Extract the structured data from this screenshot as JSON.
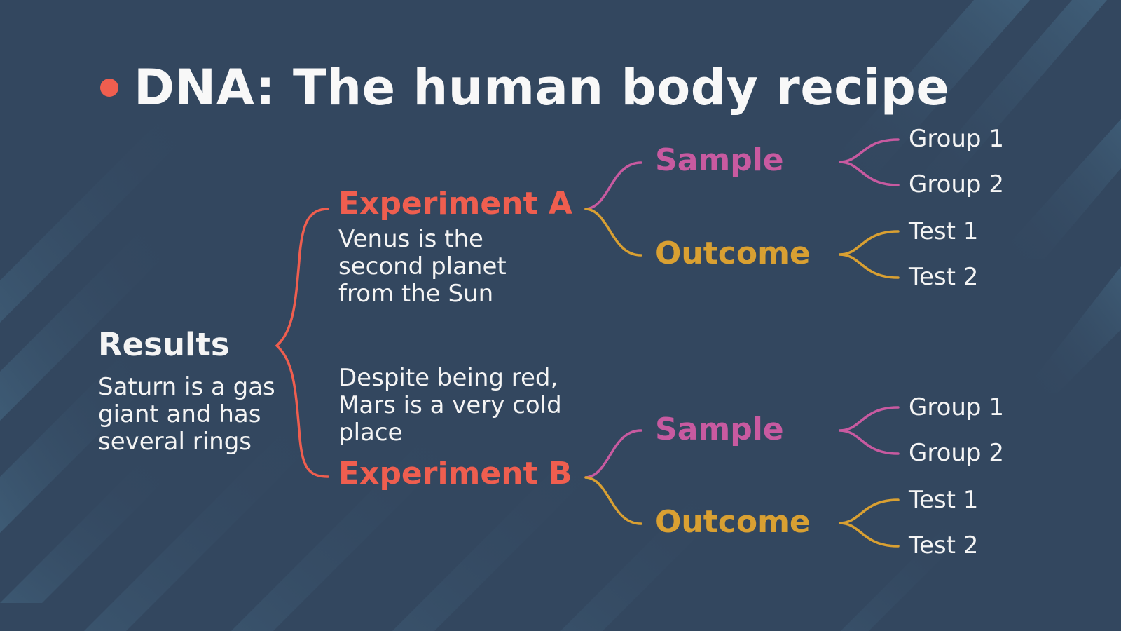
{
  "slide": {
    "title": "DNA: The human body recipe",
    "bullet_color": "#ef5e4f",
    "background_color": "#33475f"
  },
  "results": {
    "heading": "Results",
    "body": "Saturn is a gas giant and has several rings"
  },
  "experiments": [
    {
      "label": "Experiment A",
      "description": "Venus is the second planet from the Sun",
      "branches": [
        {
          "label": "Sample",
          "leaves": [
            "Group 1",
            "Group 2"
          ]
        },
        {
          "label": "Outcome",
          "leaves": [
            "Test 1",
            "Test 2"
          ]
        }
      ]
    },
    {
      "label": "Experiment B",
      "description": "Despite being red, Mars is a very cold place",
      "branches": [
        {
          "label": "Sample",
          "leaves": [
            "Group 1",
            "Group 2"
          ]
        },
        {
          "label": "Outcome",
          "leaves": [
            "Test 1",
            "Test 2"
          ]
        }
      ]
    }
  ],
  "colors": {
    "experiment": "#ef5e4f",
    "sample": "#c85aa0",
    "outcome": "#d9a032",
    "text": "#f4f4f4"
  }
}
